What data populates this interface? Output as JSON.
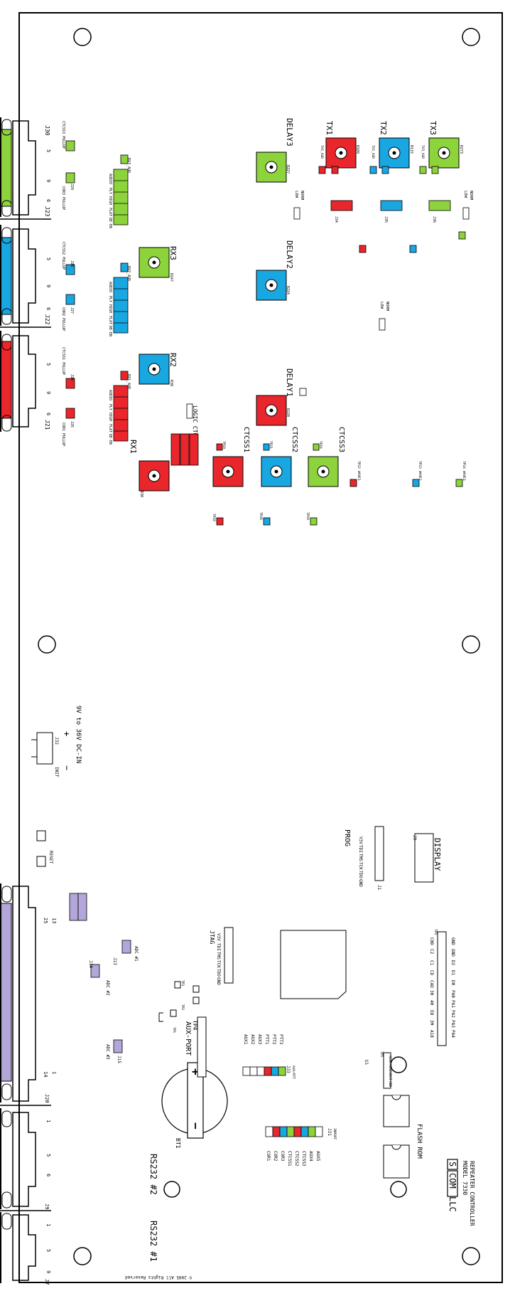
{
  "colors": {
    "red": "#e8262b",
    "blue": "#19a7e2",
    "green": "#8dd33b",
    "purple": "#b3a6d9",
    "line": "#000000",
    "white": "#ffffff"
  },
  "labels": {
    "j30": "J30",
    "j23": "J23",
    "j22": "J22",
    "j21": "J21",
    "j9": "J9",
    "j7": "J7",
    "j20": "J20",
    "j29": "J29",
    "j28": "J28",
    "j27": "J27",
    "j26": "J26",
    "j25": "J25",
    "ctcss3_pullup": "CTCSS3 PULLUP",
    "cor3_pullup": "COR3 PULLUP",
    "ctcss2_pullup": "CTCSS2 PULLUP",
    "cor2_pullup": "COR2 PULLUP",
    "ctcss1_pullup": "CTCSS1 PULLUP",
    "cor1_pullup": "COR1 PULLUP",
    "rx3_aud": "RX3_AUD",
    "rx2_aud": "RX2_AUD",
    "rx1_aud": "RX1_AUD",
    "rx1": "RX1",
    "rx2": "RX2",
    "rx3": "RX3",
    "tx1": "TX1",
    "tx2": "TX2",
    "tx3": "TX3",
    "delay1": "DELAY1",
    "delay2": "DELAY2",
    "delay3": "DELAY3",
    "ctcss1": "CTCSS1",
    "ctcss2": "CTCSS2",
    "ctcss3": "CTCSS3",
    "logic_ctcss": "LOGIC CTCSS",
    "r247": "R247",
    "r38": "R38",
    "r30": "R30",
    "r227": "R227",
    "r224": "R224",
    "r220": "R220",
    "r109": "R109",
    "r115": "R115",
    "r273": "R273",
    "low": "LOW",
    "norm": "NORM",
    "jumper_j34": "J34",
    "jumper_j35": "J35",
    "jumper_j36": "J36",
    "jumper_j37": "J37",
    "jumper_j38": "J38",
    "tp1": "TP1",
    "tp2": "TP2",
    "tp3": "TP3",
    "tp4": "TP4",
    "tp16": "TP16",
    "tp18": "TP18",
    "tp19": "TP19",
    "tp20": "TP20",
    "tp21": "TP21",
    "tp22": "TP22",
    "tp23": "TP23",
    "tp24": "TP24",
    "wave1": "WAVE1",
    "wave2": "WAVE2",
    "wave3": "WAVE3",
    "tx1_aud": "TX1_AUD",
    "tx2_aud": "TX2_AUD",
    "tx3_aud": "TX3_AUD",
    "rx_pins": [
      "AUDIO",
      "PLY",
      "HIGH",
      "FLAT",
      "DE-EN"
    ],
    "power_in": "9V to 36V DC-IN",
    "j32": "J32",
    "init": "INIT",
    "reset": "RESET",
    "adc1": "ADC #1",
    "adc2": "ADC #2",
    "adc3": "ADC #3",
    "j13": "J13",
    "j14": "J14",
    "j15": "J15",
    "n25": "25",
    "n13": "13",
    "n14": "14",
    "n1": "1",
    "n9": "9",
    "n6": "6",
    "n5": "5",
    "jtag": "JTAG",
    "jtag_pins": [
      "V3V",
      "TDI",
      "TMS",
      "TCK",
      "TDO",
      "GND"
    ],
    "prog": "PROG",
    "prog_pins": [
      "V3V",
      "TDI",
      "TMS",
      "TCK",
      "TDO",
      "GND"
    ],
    "j1": "J1",
    "j9_display": "J9",
    "display": "DISPLAY",
    "aux_port": "AUX-PORT",
    "bt1": "BT1",
    "plus": "+",
    "minus": "−",
    "rs232_1": "RS232 #1",
    "rs232_2": "RS232 #2",
    "aux_out_list": [
      "AUX1",
      "AUX2",
      "AUX3",
      "PTT1",
      "PTT2",
      "PTT3"
    ],
    "j33": "J33",
    "aux_ptt": "AUX/PTT",
    "in_list": [
      "COR1",
      "COR2",
      "COR3",
      "CTCSS1",
      "CTCSS2",
      "CTCSS3",
      "AUX4",
      "AUX5"
    ],
    "j31": "J31",
    "inport": "INPORT",
    "u1": "U1",
    "tp5": "TP5",
    "tp5_pins": [
      "SCLK",
      "MOSI",
      "NRST",
      "GND"
    ],
    "flash_rom": "FLASH ROM",
    "company_a": "S",
    "company_b": "COM",
    "company_c": " LLC",
    "model": "MODEL 7330",
    "product": "REPEATER CONTROLLER",
    "copyright": "© 2005 All Rights Reserved",
    "conn_pins_right": [
      "GND",
      "GND",
      "D2",
      "D1",
      "D0",
      "PA0",
      "PA1",
      "PA2",
      "PA3",
      "PA4"
    ],
    "conn_pins_left": [
      "C0D",
      "C2",
      "C1",
      "CD",
      "CAD",
      "30",
      "40",
      "E8",
      "3M",
      "A18"
    ],
    "tp23_conn": "TP3"
  }
}
